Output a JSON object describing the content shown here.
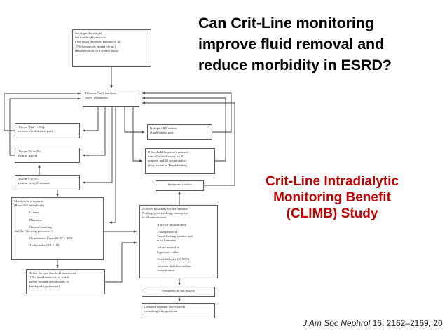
{
  "slide": {
    "title_lines": [
      "Can Crit-Line monitoring",
      "improve fluid removal and",
      "reduce morbidity in ESRD?"
    ],
    "study_title_lines": [
      "Crit-Line Intradialytic",
      "Monitoring Benefit",
      "(CLIMB) Study"
    ],
    "study_color": "#C00000",
    "citation": {
      "journal": "J Am Soc Nephrol",
      "locator": " 16: 2162–2169, 20"
    }
  },
  "flowchart": {
    "nodes": {
      "settings": {
        "lines": [
          "Set target dry weight",
          "Set threshold hematocrit",
          "( Set initial threshold hematocrit at",
          "15%-hematocrit at start of run.)",
          "(Reassess both on a weekly basis)"
        ]
      },
      "observe": {
        "lines": [
          "Observe Crit-Line slope",
          "every 30 minutes"
        ]
      },
      "slope_flat": {
        "lines": [
          "If slope \"flat\" (<3%),",
          "increase ultrafiltration goal"
        ]
      },
      "slope_3_to_5": {
        "lines": [
          "If slope 3% to 5%,",
          "monitor patient"
        ]
      },
      "slope_5_to_8": {
        "lines": [
          "If slope 5 to 8%,",
          "monitor every10 minutes"
        ]
      },
      "slope_ge_8": {
        "lines": [
          "If slope ≥ 8% reduce",
          "ultrafiltration goal"
        ]
      },
      "threshold_reached": {
        "lines": [
          "If threshold hematocrit reached,",
          "turn off ultrafiltration for 10",
          "minutes, and (if symptomatic)",
          "place patient in Trendelenberg."
        ]
      },
      "symptoms_resolve": {
        "lines": [
          "Symptoms resolve"
        ]
      },
      "monitor_symptoms": {
        "header_lines": [
          "Monitor for symptoms:",
          "(Record all in logbook)"
        ],
        "bullets_1": [
          ".Cramps",
          ".Dizziness",
          ".Nausea/vomiting"
        ],
        "italic_line": "And the following parameter's",
        "bullets_2": [
          ".Hypotension ( systolic BP < 100)",
          ".Tachycardia (HR >110)"
        ]
      },
      "define_threshold": {
        "lines": [
          "Define the new threshold hematocrit",
          "(1.0 < than hematocrit at which",
          "patient became symptomatic or",
          "developed hypotension)"
        ]
      },
      "allowed_interventions": {
        "header_lines": [
          "Allowed intradialytic interventions:",
          "Notify physician/charge nurse prior",
          "to all interventions."
        ],
        "bullets": [
          ".Turn off ultrafiltration",
          ".Place patient in",
          "Trendelenburg position and",
          "wait 2 minutes",
          ".Infuse normal or",
          "hypertonic saline",
          ".Cool dialysate (35.9 C°)",
          ".Increase dialysate sodium",
          "concentration"
        ]
      },
      "symptoms_not_resolve": {
        "lines": [
          "Symptoms do not resolve"
        ]
      },
      "consider_stopping": {
        "lines": [
          "Consider stopping dialysis after",
          "consulting with physician"
        ]
      }
    }
  }
}
